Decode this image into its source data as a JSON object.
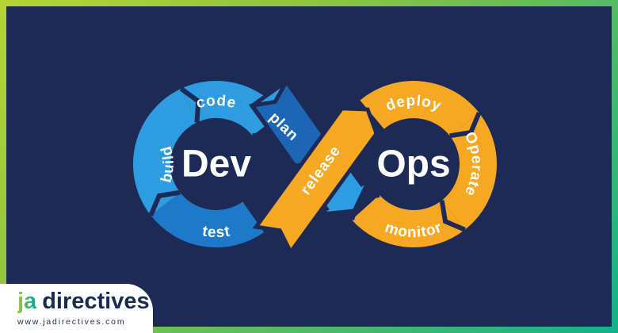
{
  "diagram": {
    "title_semantic": "DevOps infinity lifecycle loop",
    "dev": {
      "center_label": "Dev",
      "steps": [
        "build",
        "code",
        "plan",
        "test"
      ]
    },
    "ops": {
      "center_label": "Ops",
      "steps": [
        "deploy",
        "Operate",
        "monitor"
      ]
    },
    "shared_step": "release"
  },
  "colors": {
    "background_navy": "#1d2a55",
    "frame_gradient_start": "#b5d435",
    "frame_gradient_end": "#12b18c",
    "dev_blue_light": "#2e9ce0",
    "dev_blue_test": "#1e7ac8",
    "dev_blue_plan": "#1c66b5",
    "ops_orange": "#f7a823",
    "label_white": "#ffffff",
    "logo_green_start": "#9aca3c",
    "logo_green_end": "#00a99d",
    "logo_navy": "#1b2b4f"
  },
  "logo": {
    "brand_primary": "ja",
    "brand_secondary": "directives",
    "website": "www.jadirectives.com"
  }
}
